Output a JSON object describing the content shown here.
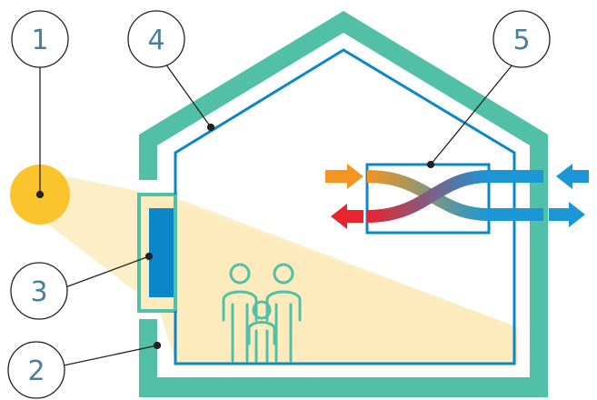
{
  "callouts": [
    {
      "label": "1"
    },
    {
      "label": "2"
    },
    {
      "label": "3"
    },
    {
      "label": "4"
    },
    {
      "label": "5"
    }
  ],
  "colors": {
    "wall": "#52c0a6",
    "inner_line": "#0b86c8",
    "light": "#fdebbd",
    "sun": "#fbc42c",
    "window": "#0b86c8",
    "arrow_warm": "#f39522",
    "arrow_hot": "#e8242e",
    "arrow_cool": "#1a97d4",
    "people": "#52c0a6",
    "callout_text": "#4a7f9a"
  },
  "icons": [
    "sun-icon",
    "family-icon",
    "warm-arrow-icon",
    "hot-arrow-icon",
    "cool-arrow-icon"
  ]
}
